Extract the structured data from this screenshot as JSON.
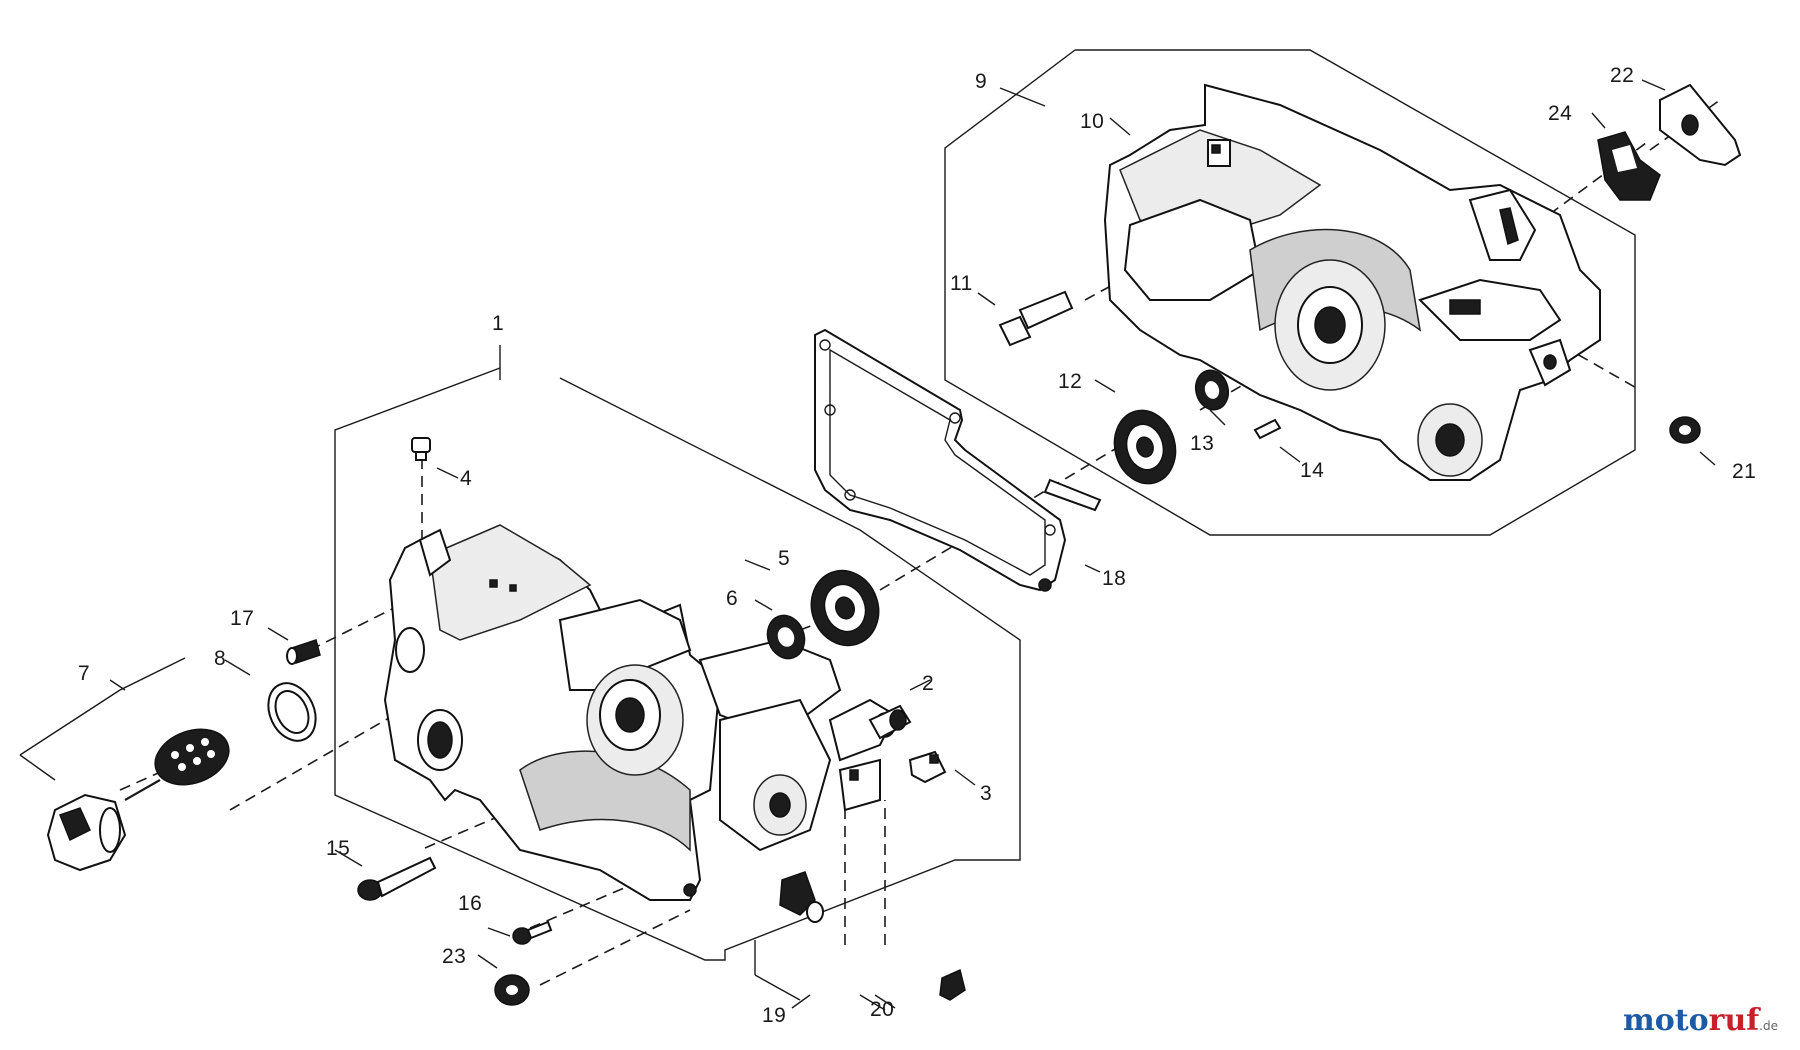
{
  "callouts": {
    "c1": "1",
    "c2": "2",
    "c3": "3",
    "c4": "4",
    "c5": "5",
    "c6": "6",
    "c7": "7",
    "c8": "8",
    "c9": "9",
    "c10": "10",
    "c11": "11",
    "c12": "12",
    "c13": "13",
    "c14": "14",
    "c15": "15",
    "c16": "16",
    "c17": "17",
    "c18": "18",
    "c19": "19",
    "c20": "20",
    "c21": "21",
    "c22": "22",
    "c23": "23",
    "c24": "24"
  },
  "watermark": {
    "part1": "moto",
    "part2": "ruf",
    "part3": ".de"
  }
}
